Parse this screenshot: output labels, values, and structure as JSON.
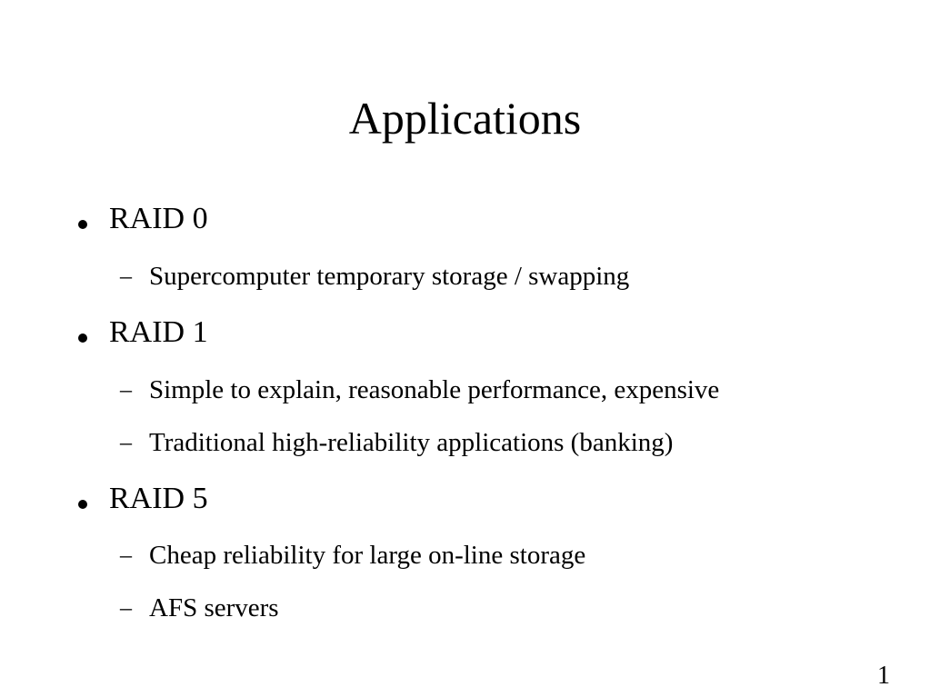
{
  "slide": {
    "title": "Applications",
    "page_number": "1",
    "items": [
      {
        "label": "RAID 0",
        "sub": [
          "Supercomputer temporary storage / swapping"
        ]
      },
      {
        "label": "RAID 1",
        "sub": [
          "Simple to explain, reasonable performance, expensive",
          "Traditional high-reliability applications (banking)"
        ]
      },
      {
        "label": "RAID 5",
        "sub": [
          "Cheap reliability for large on-line storage",
          "AFS servers"
        ]
      }
    ],
    "bullet_glyph": "•",
    "dash_glyph": "–"
  }
}
